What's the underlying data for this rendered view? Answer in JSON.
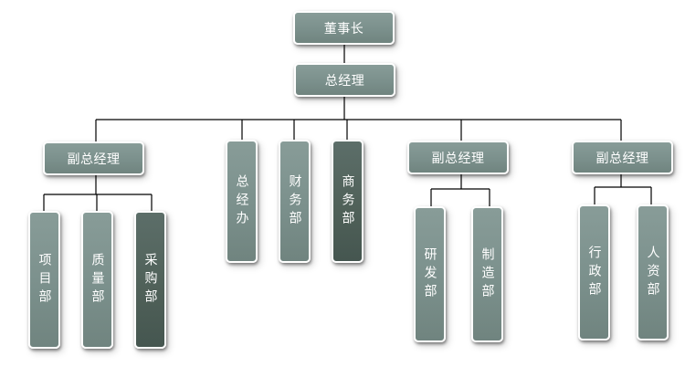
{
  "org": {
    "chairman": "董事长",
    "gm": "总经理",
    "vp1": {
      "title": "副总经理",
      "departments": [
        "项目部",
        "质量部",
        "采购部"
      ]
    },
    "direct": [
      "总经办",
      "财务部",
      "商务部"
    ],
    "vp2": {
      "title": "副总经理",
      "departments": [
        "研发部",
        "制造部"
      ]
    },
    "vp3": {
      "title": "副总经理",
      "departments": [
        "行政部",
        "人资部"
      ]
    }
  },
  "colors": {
    "box_light": "#7b908c",
    "box_dark": "#506159",
    "connector": "#000000"
  }
}
